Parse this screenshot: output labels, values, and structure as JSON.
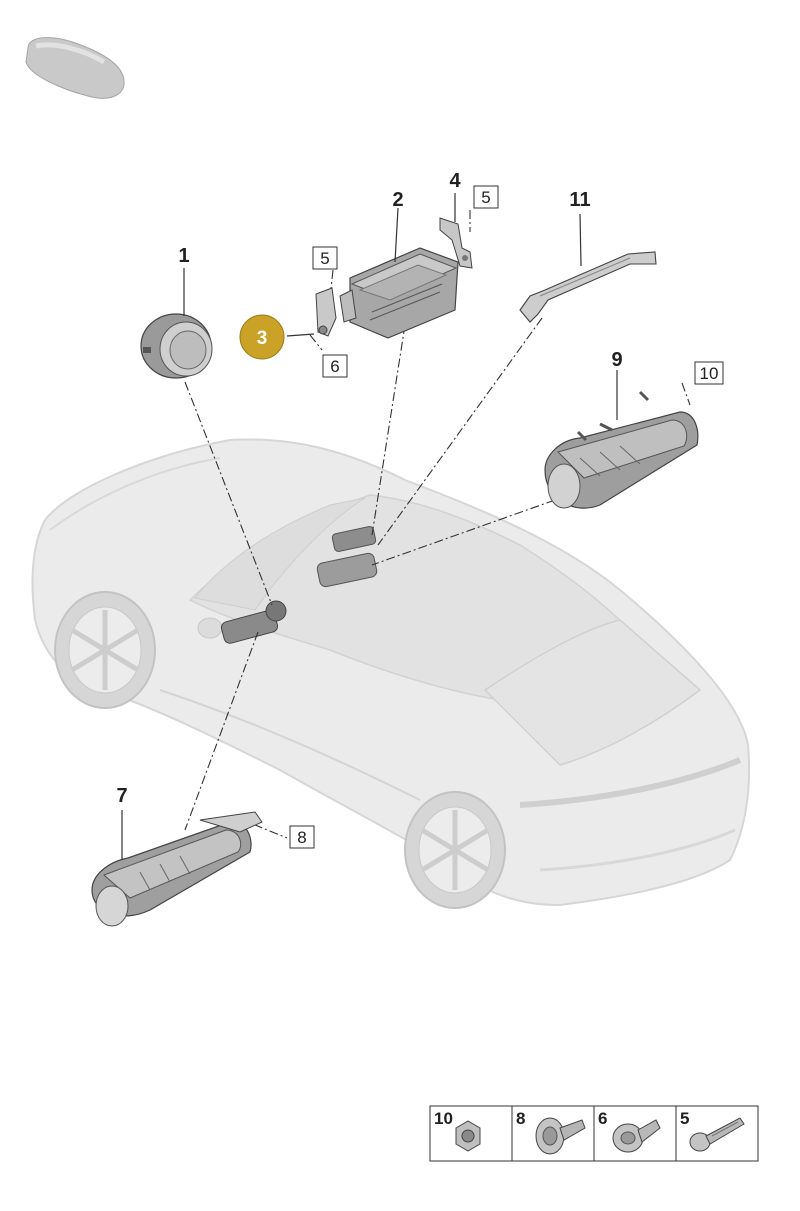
{
  "callouts": {
    "c1": "1",
    "c2": "2",
    "c3": "3",
    "c4": "4",
    "c5a": "5",
    "c5b": "5",
    "c6": "6",
    "c7": "7",
    "c8": "8",
    "c9": "9",
    "c10": "10",
    "c11": "11"
  },
  "legend": {
    "cells": [
      {
        "number": "10",
        "icon": "hex-nut-icon"
      },
      {
        "number": "8",
        "icon": "flange-bolt-icon"
      },
      {
        "number": "6",
        "icon": "torx-screw-icon"
      },
      {
        "number": "5",
        "icon": "long-bolt-icon"
      }
    ]
  },
  "colors": {
    "highlight": "#c9a227",
    "car_body": "#e9e9e9",
    "part_gray": "#cfcfcf",
    "line": "#333333"
  }
}
